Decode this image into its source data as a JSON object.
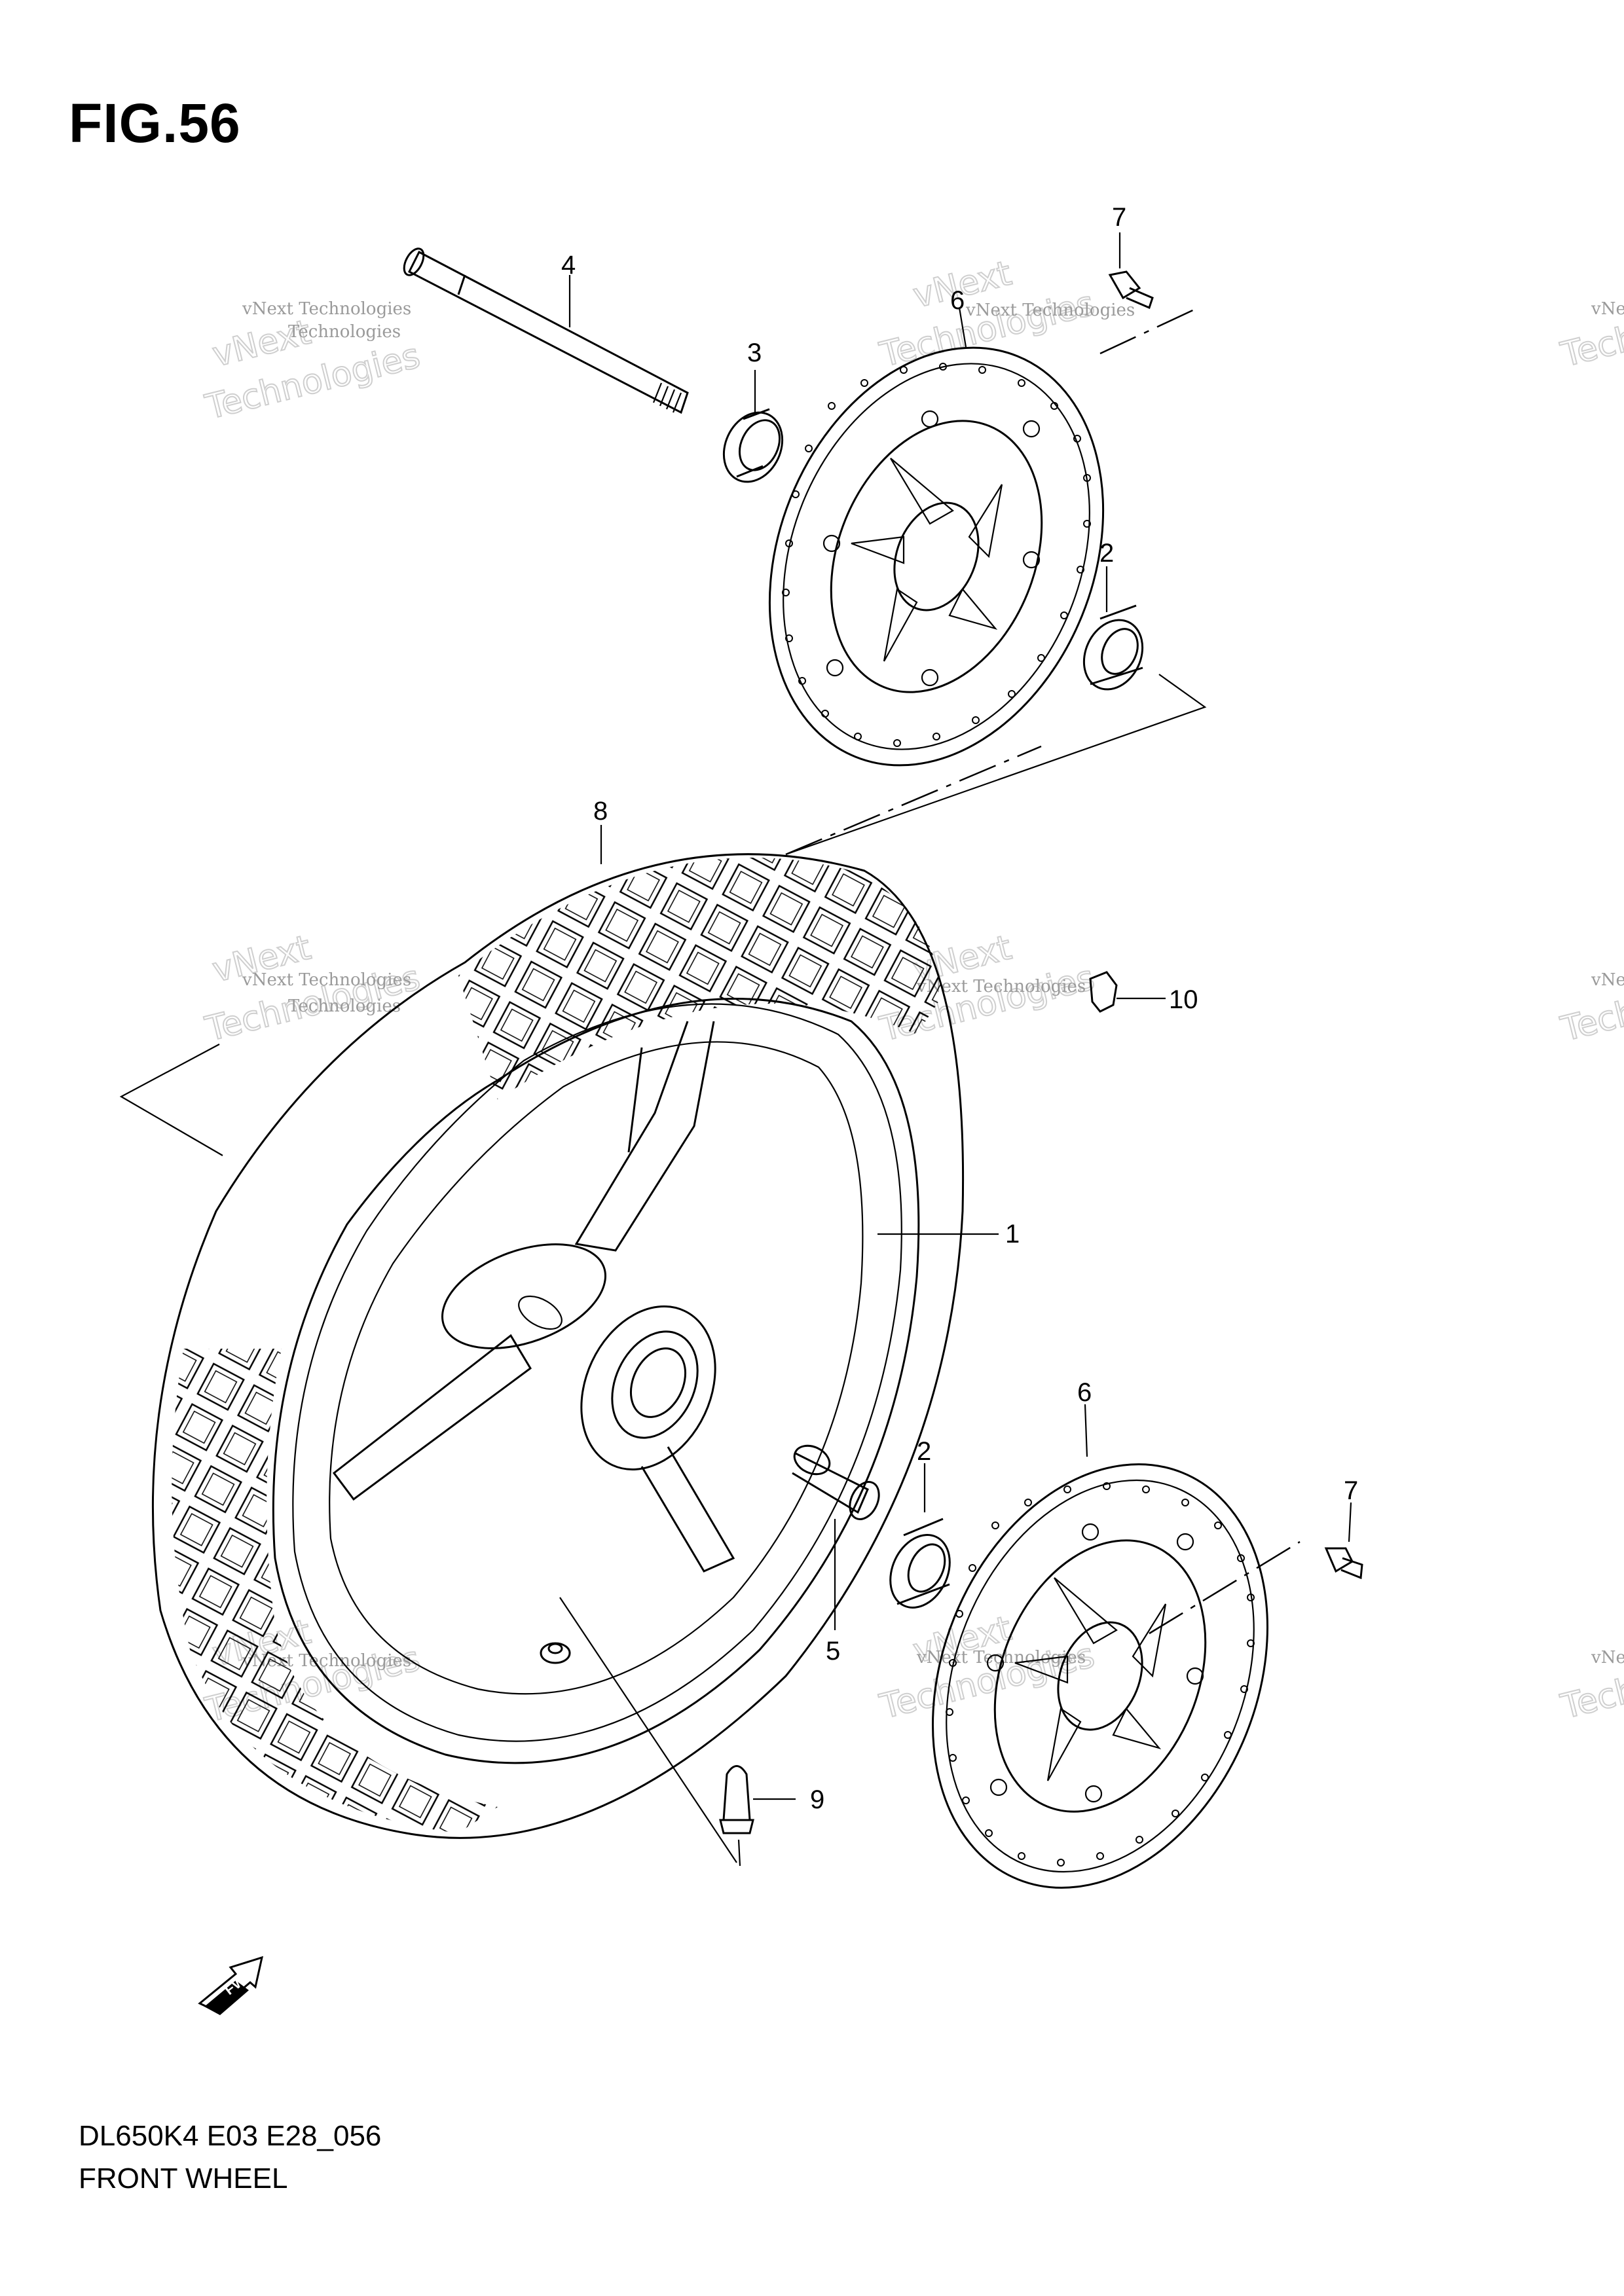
{
  "figure": {
    "title": "FIG.56",
    "model_code": "DL650K4 E03 E28_056",
    "name": "FRONT WHEEL"
  },
  "callouts": {
    "c1": "1",
    "c2a": "2",
    "c2b": "2",
    "c3": "3",
    "c4": "4",
    "c5": "5",
    "c6a": "6",
    "c6b": "6",
    "c7a": "7",
    "c7b": "7",
    "c8": "8",
    "c9": "9",
    "c10": "10"
  },
  "direction_badge": "FWD",
  "watermark": {
    "line1": "vNext Technologies",
    "line2": "vNext",
    "line3": "Technologies"
  }
}
